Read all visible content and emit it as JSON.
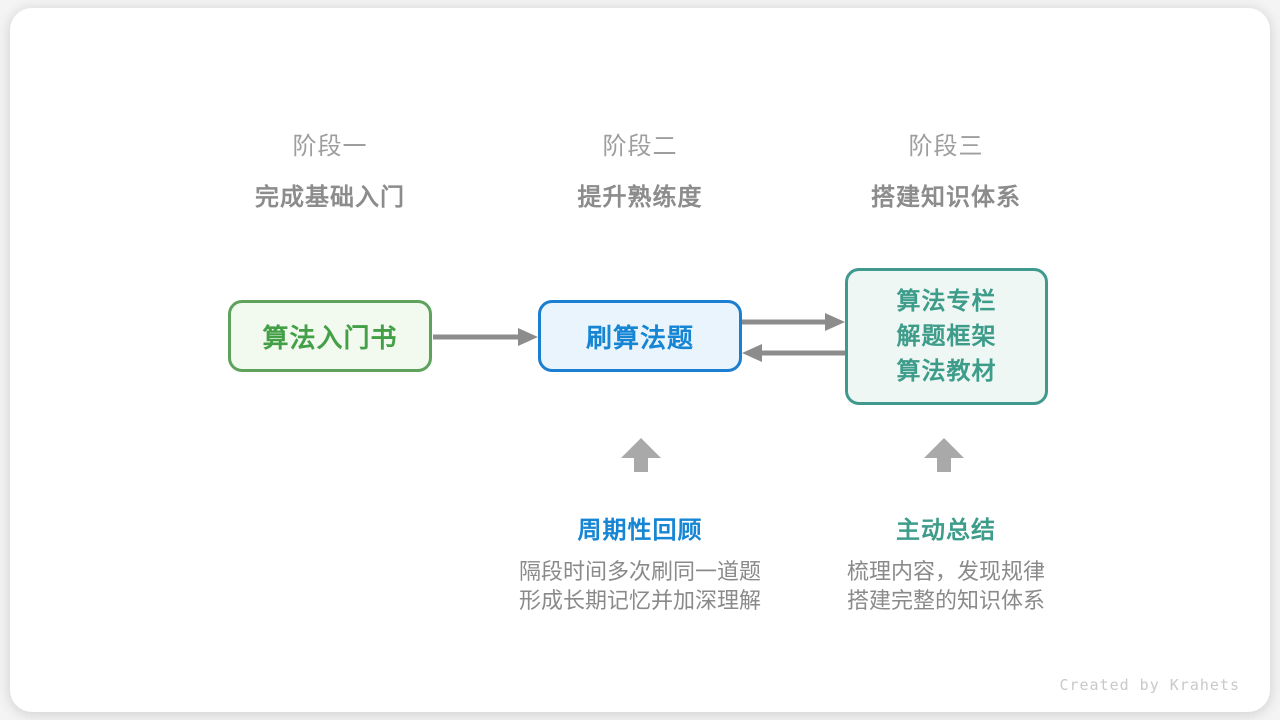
{
  "page": {
    "credit": "Created by Krahets"
  },
  "colors": {
    "green_text": "#43a047",
    "green_border": "#5ea25b",
    "green_fill": "#f2f9ef",
    "blue_text": "#1686d4",
    "blue_border": "#1b7ed0",
    "blue_fill": "#eaf4fc",
    "teal_text": "#3d9c8a",
    "teal_border": "#3f998c",
    "teal_fill": "#eef7f3",
    "flow_arrow_gray": "#8c8c8c",
    "block_arrow_gray": "#a9a9a9",
    "stage_title_gray": "#9e9e9e",
    "stage_subtitle_gray": "#8c8c8c",
    "desc_text_gray": "#8a8a8a",
    "credit_gray": "#c9c9c9"
  },
  "stages": [
    {
      "title": "阶段一",
      "subtitle": "完成基础入门",
      "box": {
        "lines": [
          "算法入门书"
        ],
        "color": "green"
      }
    },
    {
      "title": "阶段二",
      "subtitle": "提升熟练度",
      "box": {
        "lines": [
          "刷算法题"
        ],
        "color": "blue"
      },
      "annotation": {
        "heading": "周期性回顾",
        "desc_lines": [
          "隔段时间多次刷同一道题",
          "形成长期记忆并加深理解"
        ]
      }
    },
    {
      "title": "阶段三",
      "subtitle": "搭建知识体系",
      "box": {
        "lines": [
          "算法专栏",
          "解题框架",
          "算法教材"
        ],
        "color": "teal"
      },
      "annotation": {
        "heading": "主动总结",
        "desc_lines": [
          "梳理内容，发现规律",
          "搭建完整的知识体系"
        ]
      }
    }
  ],
  "connections": [
    {
      "from": "算法入门书",
      "to": "刷算法题",
      "direction": "right"
    },
    {
      "from": "刷算法题",
      "to": "算法专栏/解题框架/算法教材",
      "direction": "right"
    },
    {
      "from": "算法专栏/解题框架/算法教材",
      "to": "刷算法题",
      "direction": "left"
    }
  ]
}
